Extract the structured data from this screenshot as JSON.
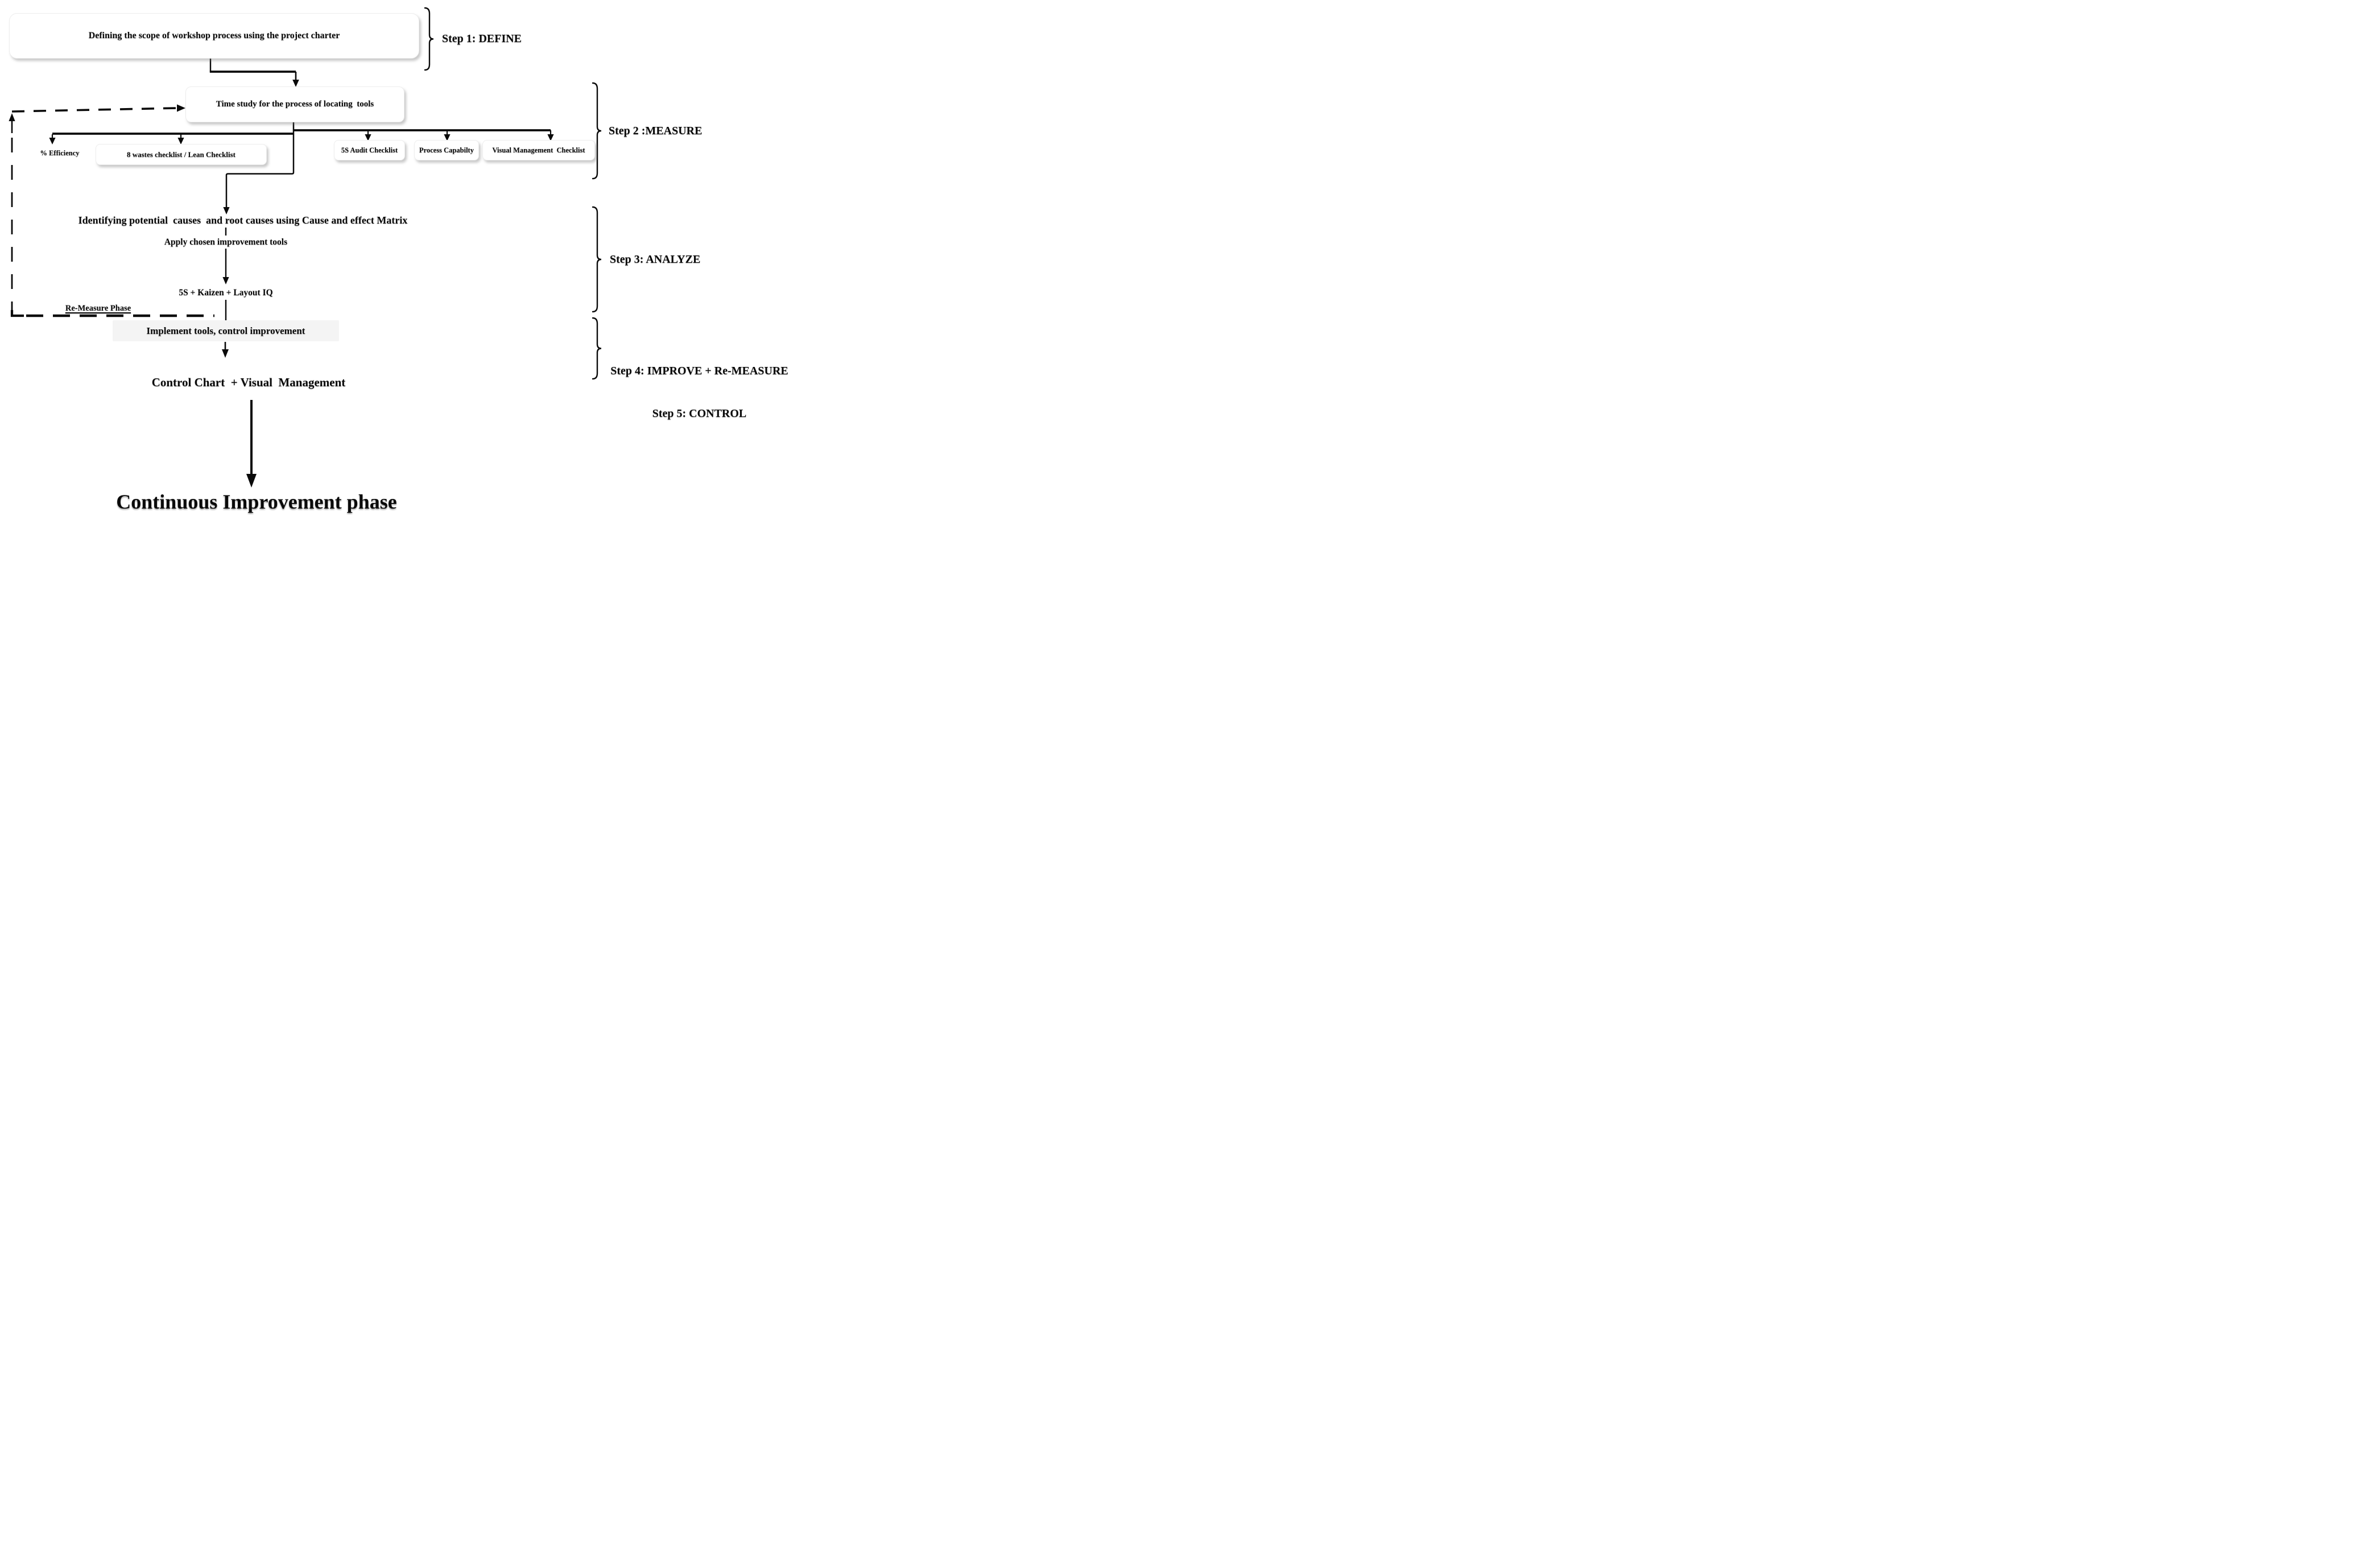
{
  "diagram_title": "Lean Six Sigma DMAIC workshop improvement flowchart",
  "nodes": {
    "define_box": "Defining the scope of workshop process using the project charter",
    "time_study_box": "Time study for the process of locating  tools",
    "efficiency_label": "% Efficiency",
    "wastes_box": "8 wastes checklist / Lean Checklist",
    "audit_5s_box": "5S Audit Checklist",
    "process_capability_box": "Process Capabilty",
    "visual_mgmt_box": "Visual Management  Checklist",
    "identify_label": "Identifying potential  causes  and root causes using Cause and effect Matrix",
    "apply_label": "Apply chosen improvement tools",
    "kaizen_label": "5S + Kaizen + Layout IQ",
    "remeasure_label": "Re-Measure Phase",
    "implement_label": "Implement tools, control improvement",
    "control_chart_label": "Control Chart  + Visual  Management",
    "continuous_label": "Continuous Improvement phase"
  },
  "steps": {
    "step1": "Step 1: DEFINE",
    "step2": "Step 2 :MEASURE",
    "step3": "Step 3: ANALYZE",
    "step4": "Step 4: IMPROVE + Re-MEASURE",
    "step5": "Step 5: CONTROL"
  },
  "colors": {
    "ink": "#0a0a0a",
    "background": "#ffffff",
    "highlight": "#f4f4f4"
  }
}
